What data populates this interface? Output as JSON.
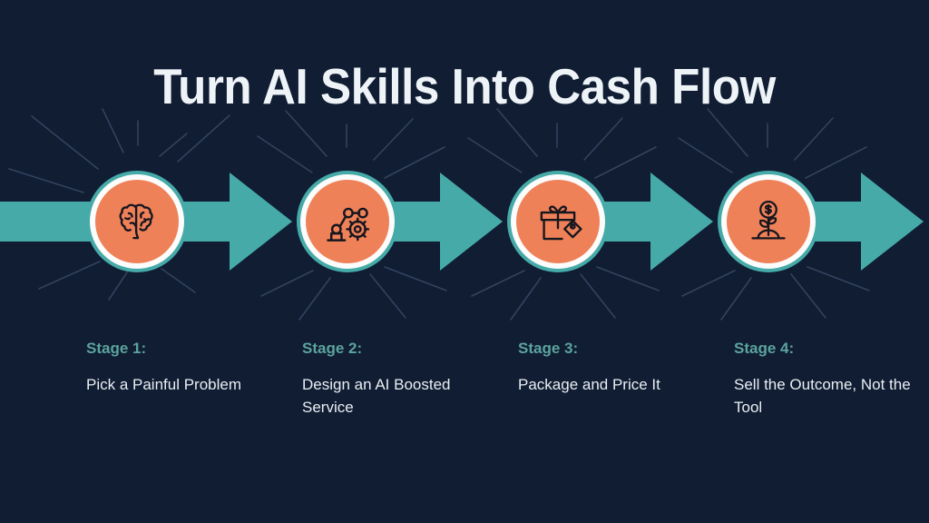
{
  "slide": {
    "title": "Turn AI Skills Into Cash Flow",
    "background_color": "#101d33",
    "accent_teal": "#45aaa8",
    "accent_orange": "#ef8159",
    "label_teal": "#5ba39f",
    "text_color": "#e9eef3"
  },
  "stages": [
    {
      "stage_label": "Stage 1:",
      "text": "Pick a Painful Problem",
      "icon": "brain-icon"
    },
    {
      "stage_label": "Stage 2:",
      "text": "Design an AI Boosted Service",
      "icon": "robot-arm-gear-icon"
    },
    {
      "stage_label": "Stage 3:",
      "text": "Package and Price It",
      "icon": "gift-box-price-tag-icon"
    },
    {
      "stage_label": "Stage 4:",
      "text": "Sell the Outcome, Not the Tool",
      "icon": "money-plant-icon"
    }
  ]
}
